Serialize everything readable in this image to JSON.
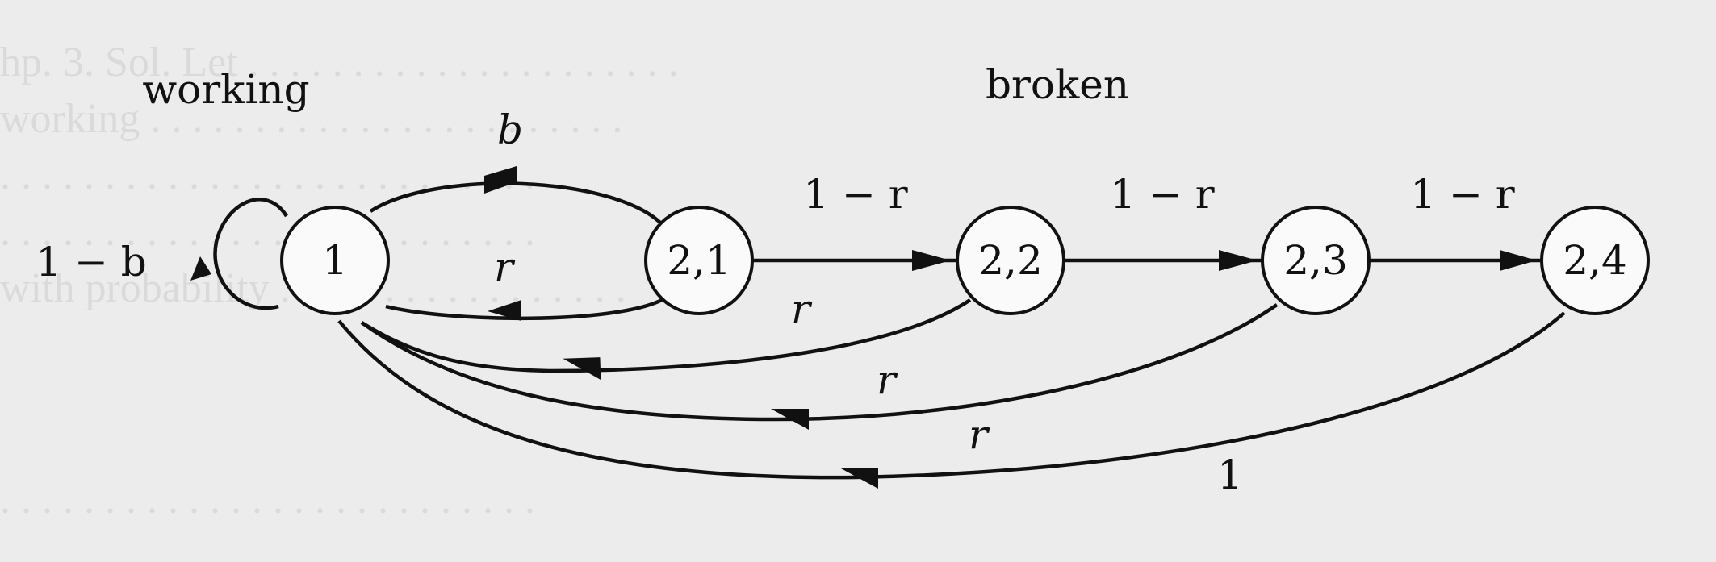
{
  "diagram": {
    "groups": {
      "working": "working",
      "broken": "broken"
    },
    "states": [
      {
        "id": "s1",
        "label": "1"
      },
      {
        "id": "s21",
        "label": "2,1"
      },
      {
        "id": "s22",
        "label": "2,2"
      },
      {
        "id": "s23",
        "label": "2,3"
      },
      {
        "id": "s24",
        "label": "2,4"
      }
    ],
    "transitions": [
      {
        "from": "1",
        "to": "1",
        "label": "1 − b"
      },
      {
        "from": "1",
        "to": "2,1",
        "label": "b"
      },
      {
        "from": "2,1",
        "to": "1",
        "label": "r"
      },
      {
        "from": "2,1",
        "to": "2,2",
        "label": "1 − r"
      },
      {
        "from": "2,2",
        "to": "1",
        "label": "r"
      },
      {
        "from": "2,2",
        "to": "2,3",
        "label": "1 − r"
      },
      {
        "from": "2,3",
        "to": "1",
        "label": "r"
      },
      {
        "from": "2,3",
        "to": "2,4",
        "label": "1 − r"
      },
      {
        "from": "2,4",
        "to": "1",
        "label": "1"
      }
    ],
    "colors": {
      "ink": "#111111",
      "node_fill": "#fafafa",
      "background": "#ececec"
    }
  }
}
